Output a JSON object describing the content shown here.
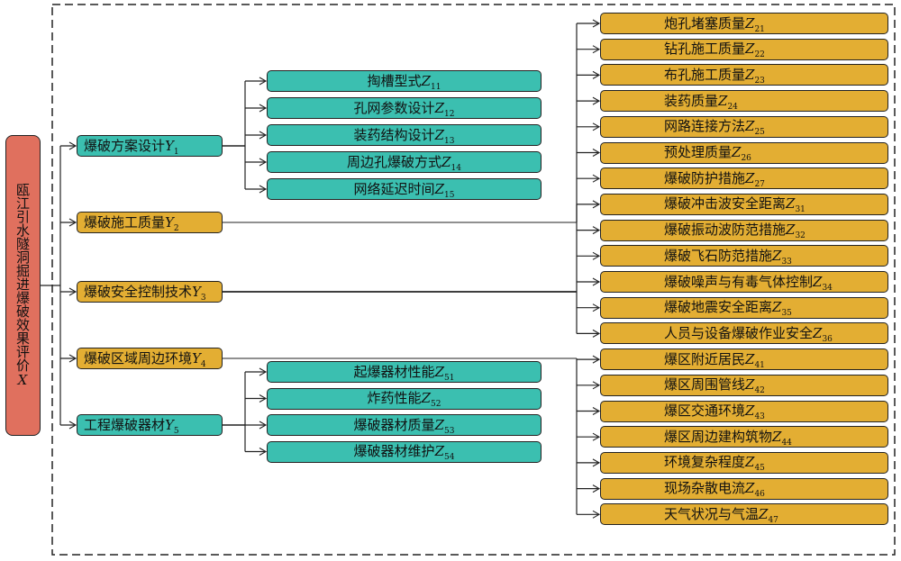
{
  "root": {
    "text": "瓯江引水隧洞掘进爆破效果评价",
    "var": "X",
    "sub": ""
  },
  "level1": [
    {
      "text": "爆破方案设计",
      "var": "Y",
      "sub": "1",
      "color": "teal"
    },
    {
      "text": "爆破施工质量",
      "var": "Y",
      "sub": "2",
      "color": "gold"
    },
    {
      "text": "爆破安全控制技术",
      "var": "Y",
      "sub": "3",
      "color": "gold"
    },
    {
      "text": "爆破区域周边环境",
      "var": "Y",
      "sub": "4",
      "color": "gold"
    },
    {
      "text": "工程爆破器材",
      "var": "Y",
      "sub": "5",
      "color": "teal"
    }
  ],
  "group1": [
    {
      "text": "掏槽型式",
      "var": "Z",
      "sub": "11"
    },
    {
      "text": "孔网参数设计",
      "var": "Z",
      "sub": "12"
    },
    {
      "text": "装药结构设计",
      "var": "Z",
      "sub": "13"
    },
    {
      "text": "周边孔爆破方式",
      "var": "Z",
      "sub": "14"
    },
    {
      "text": "网络延迟时间",
      "var": "Z",
      "sub": "15"
    }
  ],
  "group5": [
    {
      "text": "起爆器材性能",
      "var": "Z",
      "sub": "51"
    },
    {
      "text": "炸药性能",
      "var": "Z",
      "sub": "52"
    },
    {
      "text": "爆破器材质量",
      "var": "Z",
      "sub": "53"
    },
    {
      "text": "爆破器材维护",
      "var": "Z",
      "sub": "54"
    }
  ],
  "group2": [
    {
      "text": "炮孔堵塞质量",
      "var": "Z",
      "sub": "21"
    },
    {
      "text": "钻孔施工质量",
      "var": "Z",
      "sub": "22"
    },
    {
      "text": "布孔施工质量",
      "var": "Z",
      "sub": "23"
    },
    {
      "text": "装药质量",
      "var": "Z",
      "sub": "24"
    },
    {
      "text": "网路连接方法",
      "var": "Z",
      "sub": "25"
    },
    {
      "text": "预处理质量",
      "var": "Z",
      "sub": "26"
    },
    {
      "text": "爆破防护措施",
      "var": "Z",
      "sub": "27"
    }
  ],
  "group3": [
    {
      "text": "爆破冲击波安全距离",
      "var": "Z",
      "sub": "31"
    },
    {
      "text": "爆破振动波防范措施",
      "var": "Z",
      "sub": "32"
    },
    {
      "text": "爆破飞石防范措施",
      "var": "Z",
      "sub": "33"
    },
    {
      "text": "爆破噪声与有毒气体控制",
      "var": "Z",
      "sub": "34"
    },
    {
      "text": "爆破地震安全距离",
      "var": "Z",
      "sub": "35"
    },
    {
      "text": "人员与设备爆破作业安全",
      "var": "Z",
      "sub": "36"
    }
  ],
  "group4": [
    {
      "text": "爆区附近居民",
      "var": "Z",
      "sub": "41"
    },
    {
      "text": "爆区周围管线",
      "var": "Z",
      "sub": "42"
    },
    {
      "text": "爆区交通环境",
      "var": "Z",
      "sub": "43"
    },
    {
      "text": "爆区周边建构筑物",
      "var": "Z",
      "sub": "44"
    },
    {
      "text": "环境复杂程度",
      "var": "Z",
      "sub": "45"
    },
    {
      "text": "现场杂散电流",
      "var": "Z",
      "sub": "46"
    },
    {
      "text": "天气状况与气温",
      "var": "Z",
      "sub": "47"
    }
  ]
}
